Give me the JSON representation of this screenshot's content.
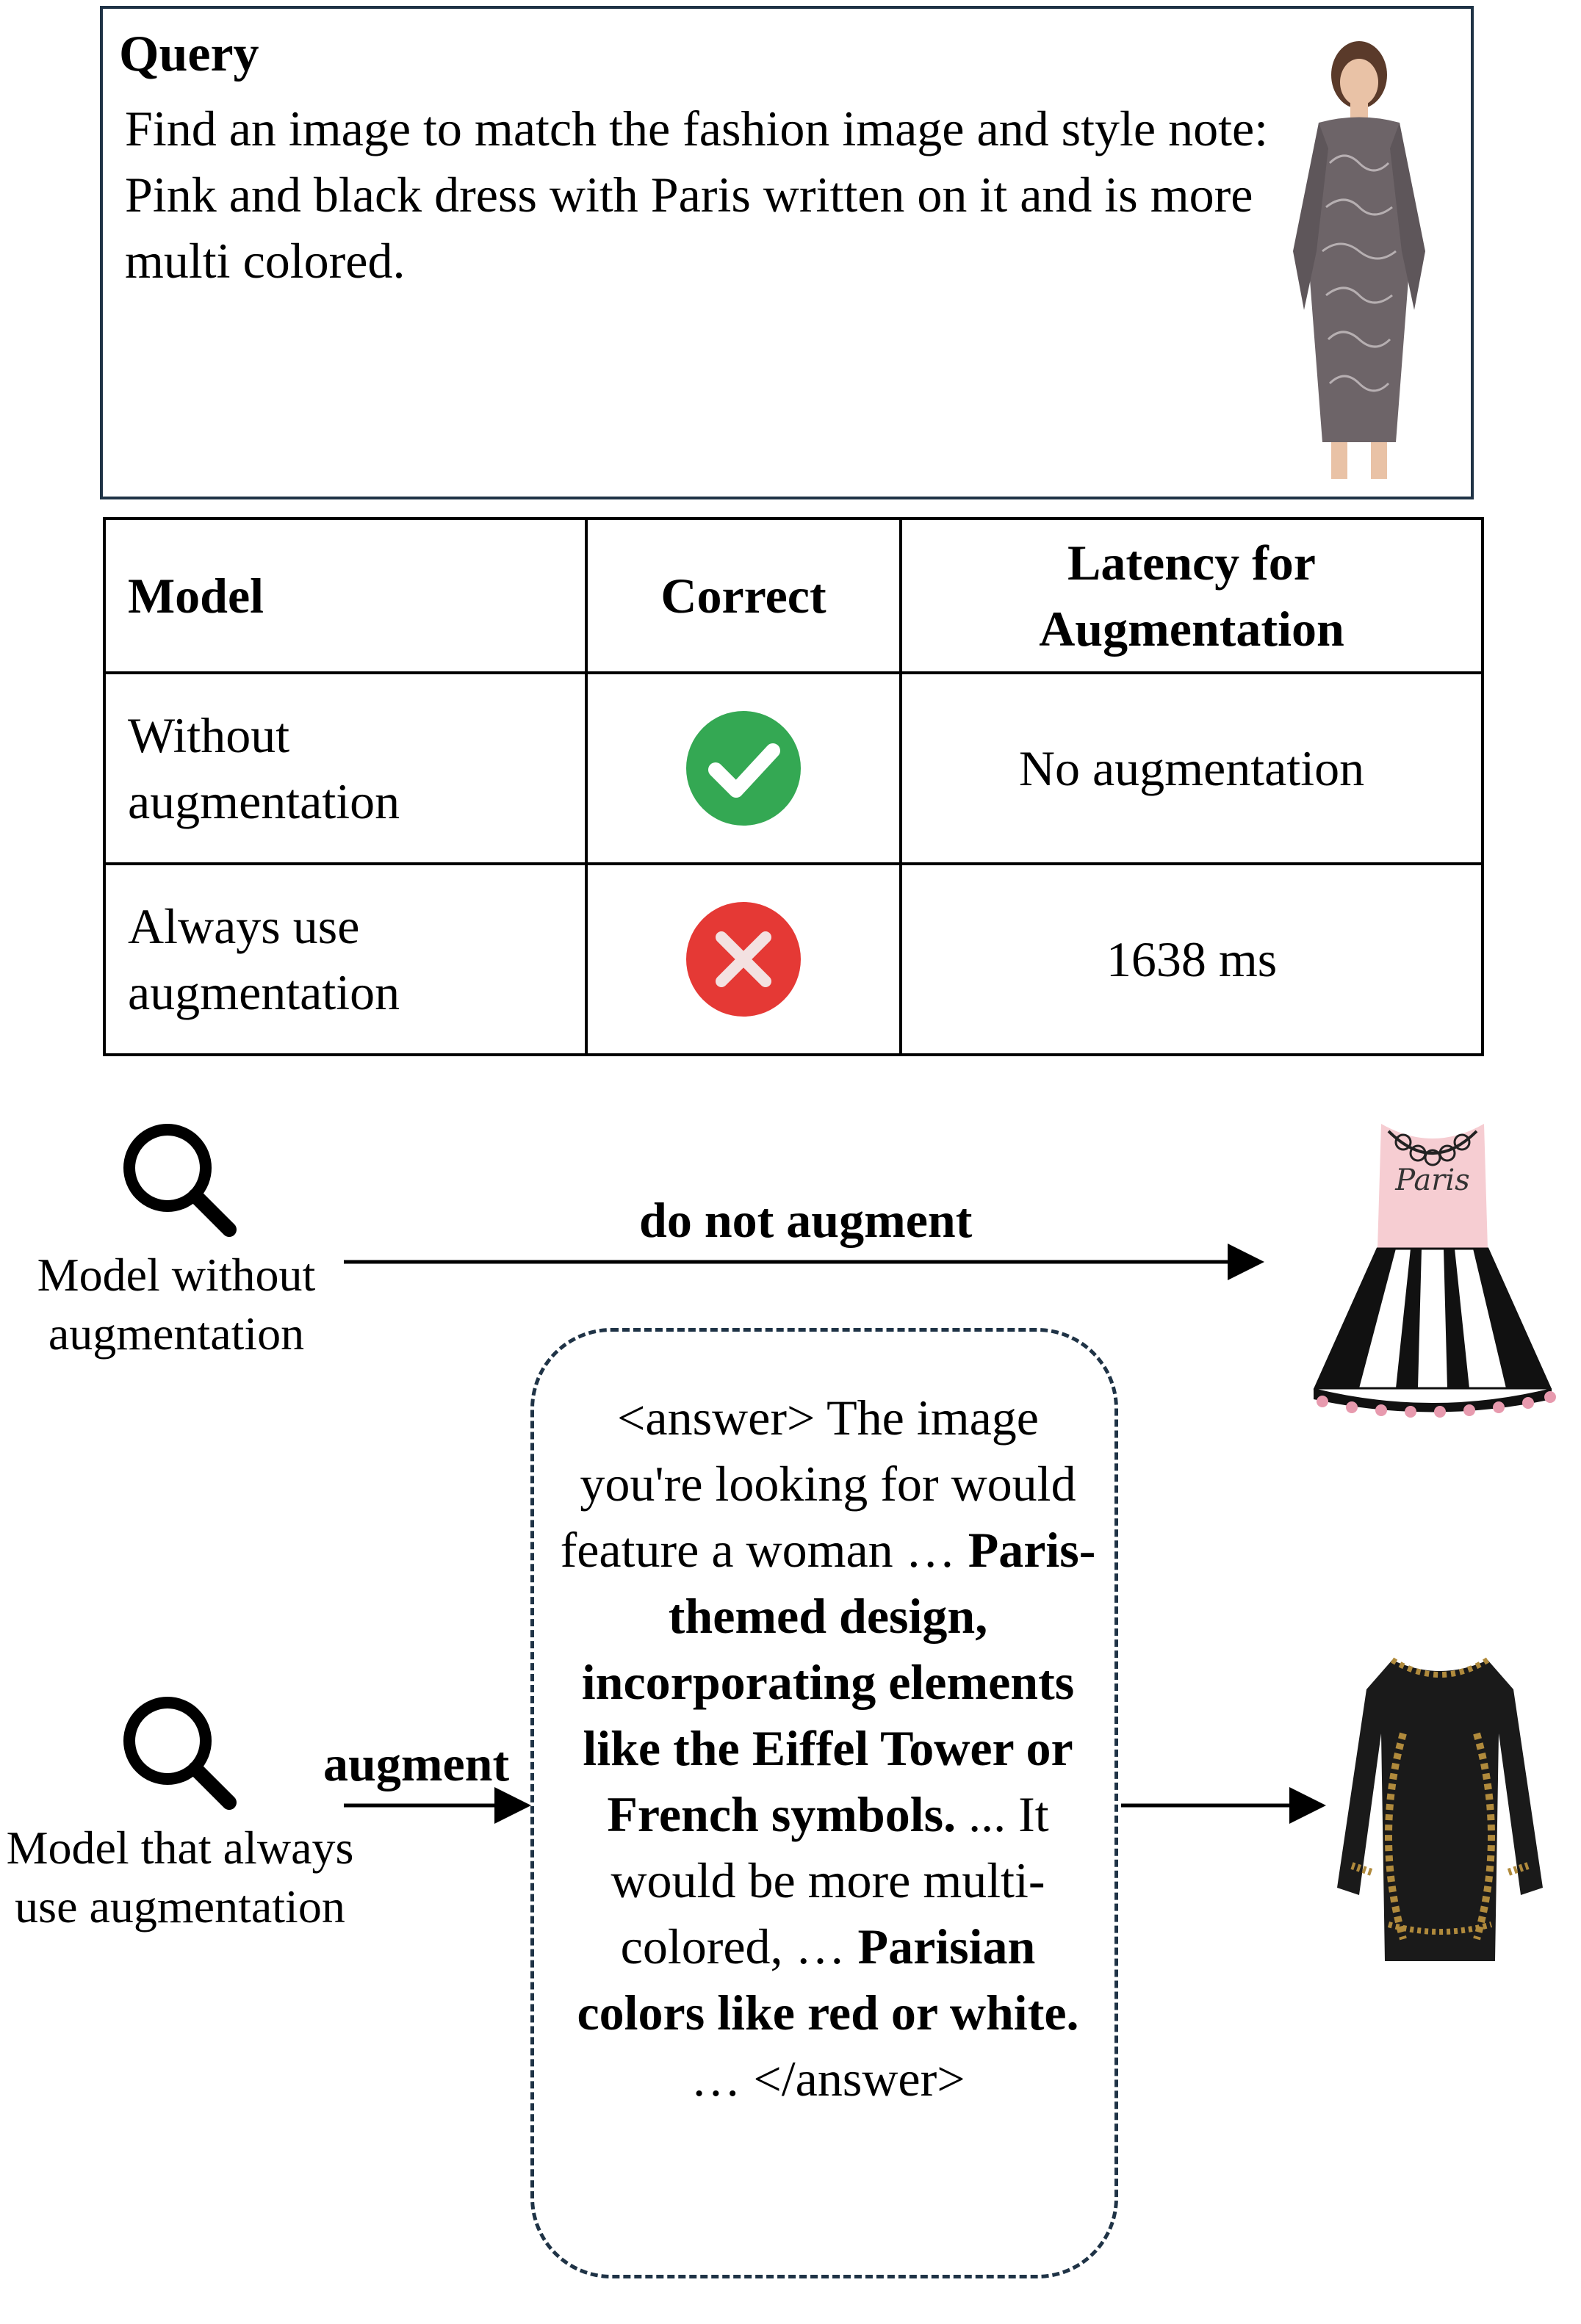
{
  "query": {
    "heading": "Query",
    "text": "Find an image to match the fashion image and style note: Pink and black dress with Paris written on it and is more multi colored."
  },
  "table": {
    "headers": {
      "model": "Model",
      "correct": "Correct",
      "latency_line1": "Latency for",
      "latency_line2": "Augmentation"
    },
    "rows": [
      {
        "model_line1": "Without",
        "model_line2": "augmentation",
        "correct": true,
        "latency": "No augmentation"
      },
      {
        "model_line1": "Always use",
        "model_line2": "augmentation",
        "correct": false,
        "latency": "1638 ms"
      }
    ]
  },
  "diagram": {
    "model_without": {
      "line1": "Model without",
      "line2": "augmentation"
    },
    "model_always": {
      "line1": "Model that always",
      "line2": "use augmentation"
    },
    "arrow_no_augment_label": "do not augment",
    "arrow_augment_label": "augment",
    "answer": {
      "p1": "<answer> The image you're looking for would feature a woman … ",
      "b1": "Paris-themed design, incorporating elements like the Eiffel Tower or French symbols.",
      "p2": " ... It would be more multi-colored, … ",
      "b2": "Parisian colors like red or white.",
      "p3": " … </answer>"
    },
    "dress_top_text": "Paris"
  },
  "colors": {
    "check_green": "#34a853",
    "cross_red": "#e53935",
    "box_border": "#1f3346"
  }
}
